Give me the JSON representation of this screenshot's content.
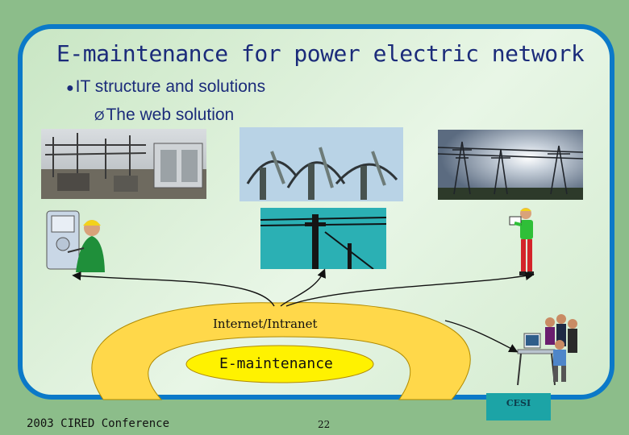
{
  "slide": {
    "title": "E-maintenance for power electric network",
    "bullet_level1": "IT structure and solutions",
    "bullet_level2": "The web solution",
    "bullet1_marker": "●",
    "bullet2_marker": "Ø",
    "network_label": "Internet/Intranet",
    "center_label": "E-maintenance",
    "footer": "2003 CIRED Conference",
    "page_number": "22",
    "logo_text": "CESI"
  },
  "colors": {
    "background": "#8cbd8a",
    "panel_border": "#0b79c8",
    "ring_fill": "#ffd84a",
    "ring_stroke": "#b08a00",
    "center_fill": "#fff200",
    "title_text": "#1b2b7a",
    "logo_fill": "#1ca4a6"
  }
}
